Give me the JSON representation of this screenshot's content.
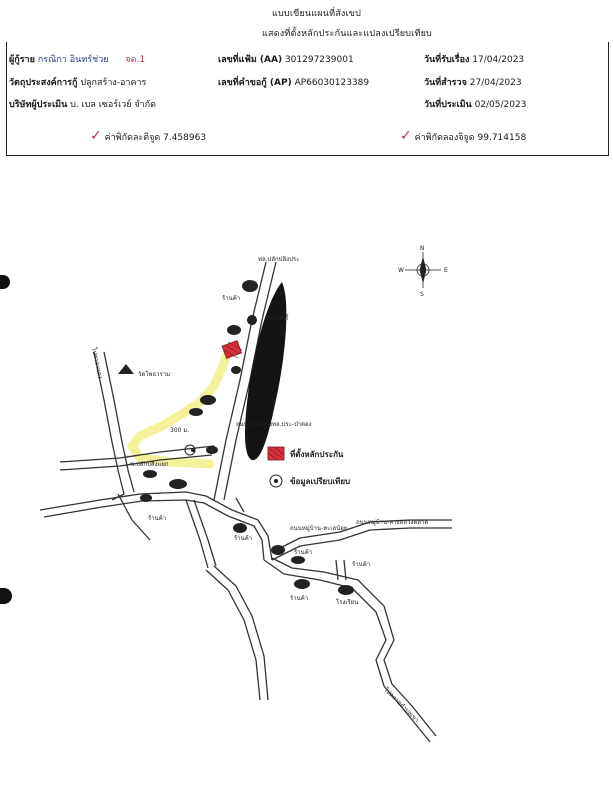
{
  "header": {
    "title_line1": "แบบเขียนแผนที่สังเขป",
    "title_line2": "แสดงที่ตั้งหลักประกันและแปลงเปรียบเทียบ"
  },
  "info": {
    "borrower_label": "ผู้กู้ราย",
    "borrower_value": "กรณิกา อินทร์ช่วย",
    "borrower_note": "จด.1",
    "purpose_label": "วัตถุประสงค์การกู้",
    "purpose_value": "ปลูกสร้าง-อาคาร",
    "appraiser_label": "บริษัทผู้ประเมิน",
    "appraiser_value": "บ. เบล เซอร์เวย์ จำกัด",
    "aa_label": "เลขที่แฟ้ม (AA)",
    "aa_value": "301297239001",
    "ap_label": "เลขที่คำขอกู้ (AP)",
    "ap_value": "AP66030123389",
    "received_label": "วันที่รับเรื่อง",
    "received_value": "17/04/2023",
    "survey_label": "วันที่สำรวจ",
    "survey_value": "27/04/2023",
    "appraisal_label": "วันที่ประเมิน",
    "appraisal_value": "02/05/2023",
    "lat_label": "ค่าพิกัดละติจูด",
    "lat_value": "7.458963",
    "lon_label": "ค่าพิกัดลองจิจูด",
    "lon_value": "99.714158"
  },
  "map": {
    "compass": {
      "n": "N",
      "s": "S",
      "e": "E",
      "w": "W"
    },
    "labels": {
      "top_road": "ทล.ปลักปลิงประ",
      "shop1": "ร้านค้า",
      "school": "สุขโสตถิ์",
      "temple": "วัดโพธาราม",
      "main_road": "ถนนทางหลวงทล.ประ-ป่าตอง",
      "distance": "300 ม.",
      "collateral_road": "ซ.ปลักปลิงแยก",
      "west_road": "ไปศาลาแดง",
      "east_road1": "ถนนหมู่บ้าน-ทะเลน้อย",
      "east_road2": "ถนนหมู่บ้าน-ทางหลวงตลาด",
      "shop2": "ร้านค้า",
      "shop3": "ร้านค้า",
      "shop4": "ร้านค้า",
      "shop5": "ร้านค้า",
      "shop6": "ร้านค้า",
      "school2": "โรงเรียน",
      "se_road": "ไปตลาดตำบลเขา"
    },
    "legend": {
      "collateral": "ที่ตั้งหลักประกัน",
      "comparable": "ข้อมูลเปรียบเทียบ"
    },
    "colors": {
      "collateral": "#d8303a",
      "highlight": "#f2ef8a",
      "road": "#333333",
      "dark_area": "#141414"
    }
  }
}
